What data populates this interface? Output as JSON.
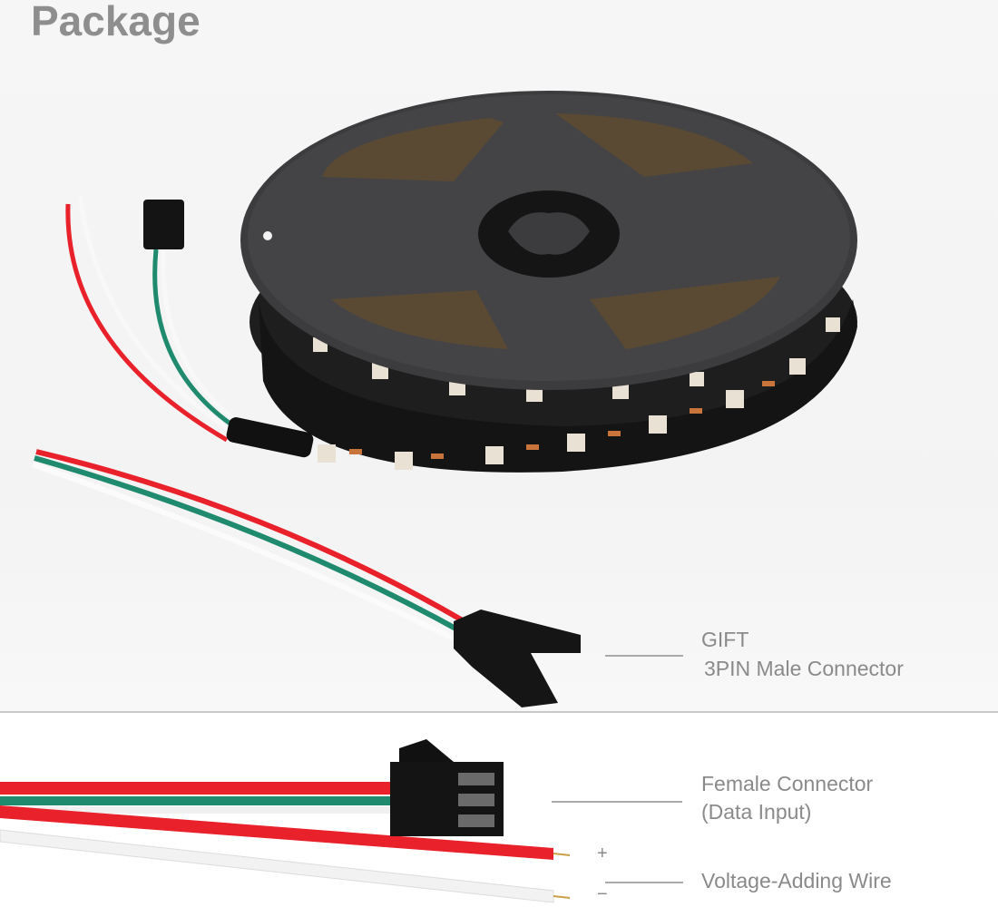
{
  "title": "Package",
  "labels": {
    "gift": "GIFT",
    "male_connector": "3PIN Male Connector",
    "female_connector": "Female Connector",
    "data_input": "(Data Input)",
    "plus": "+",
    "minus": "−",
    "voltage_wire": "Voltage-Adding Wire"
  },
  "colors": {
    "wire_red": "#e8212b",
    "wire_green": "#1f8a6e",
    "wire_white": "#f4f4f4",
    "reel": "#3a3a3c",
    "strip": "#161616",
    "text": "#8a8a8a"
  }
}
